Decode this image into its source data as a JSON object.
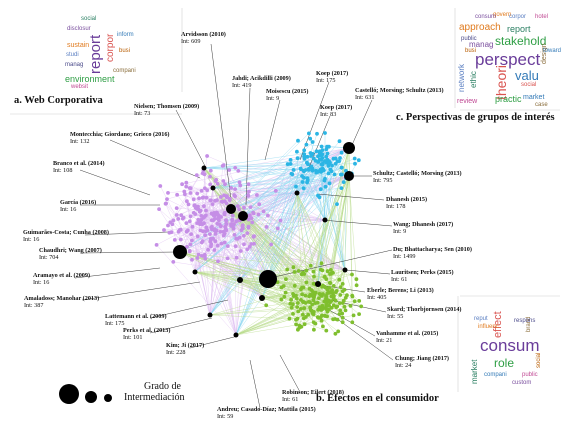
{
  "sections": {
    "a": "a. Web Corporativa",
    "b": "b. Efectos en el consumidor",
    "c": "c. Perspectivas de grupos de interés"
  },
  "legend": {
    "title_line1": "Grado de",
    "title_line2": "Intermediación"
  },
  "authors": [
    {
      "id": "arvidsson",
      "name": "Arvidsson (2010)",
      "int": "Int: 609"
    },
    {
      "id": "jahdi",
      "name": "Jahdi; Acikdilli (2009)",
      "int": "Int: 419"
    },
    {
      "id": "moisescu",
      "name": "Moisescu (2015)",
      "int": "Int: 9"
    },
    {
      "id": "koep1",
      "name": "Koep (2017)",
      "int": "Int: 175"
    },
    {
      "id": "koep2",
      "name": "Koep (2017)",
      "int": "Int: 83"
    },
    {
      "id": "castello",
      "name": "Castelló; Morsing; Schultz (2013)",
      "int": "Int: 631"
    },
    {
      "id": "nielsen",
      "name": "Nielsen; Thomsen (2009)",
      "int": "Int: 73"
    },
    {
      "id": "montecchia",
      "name": "Montecchia; Giordano; Grieco (2016)",
      "int": "Int: 132"
    },
    {
      "id": "branco",
      "name": "Branco et al. (2014)",
      "int": "Int: 108"
    },
    {
      "id": "garcia",
      "name": "García (2016)",
      "int": "Int: 16"
    },
    {
      "id": "guimaraes",
      "name": "Guimarães-Costa; Cunha (2008)",
      "int": "Int: 16"
    },
    {
      "id": "chaudhri",
      "name": "Chaudhri; Wang (2007)",
      "int": "Int: 704"
    },
    {
      "id": "aramayo",
      "name": "Aramayo et al. (2009)",
      "int": "Int: 16"
    },
    {
      "id": "amaladoss",
      "name": "Amaladoss; Manohar (2013)",
      "int": "Int: 387"
    },
    {
      "id": "lattemann",
      "name": "Lattemann et al. (2009)",
      "int": "Int: 175"
    },
    {
      "id": "perks",
      "name": "Perks et al. (2013)",
      "int": "Int: 101"
    },
    {
      "id": "kim",
      "name": "Kim; Ji (2017)",
      "int": "Int: 228"
    },
    {
      "id": "schultz",
      "name": "Schultz; Castelló; Morsing (2013)",
      "int": "Int: 795"
    },
    {
      "id": "dhanesh1",
      "name": "Dhanesh (2015)",
      "int": "Int: 178"
    },
    {
      "id": "wang",
      "name": "Wang; Dhanesh (2017)",
      "int": "Int: 9"
    },
    {
      "id": "du",
      "name": "Du; Bhattacharya; Sen (2010)",
      "int": "Int: 1499"
    },
    {
      "id": "lauritsen",
      "name": "Lauritsen; Perks (2015)",
      "int": "Int: 61"
    },
    {
      "id": "eberle",
      "name": "Eberle; Berens; Li (2013)",
      "int": "Int: 405"
    },
    {
      "id": "skard",
      "name": "Skard; Thorbjornsen (2014)",
      "int": "Int: 55"
    },
    {
      "id": "vanhamme",
      "name": "Vanhamme et al. (2015)",
      "int": "Int: 21"
    },
    {
      "id": "chung",
      "name": "Chung; Jiang (2017)",
      "int": "Int: 24"
    },
    {
      "id": "robinson",
      "name": "Robinson; Eilert (2018)",
      "int": "Int: 61"
    },
    {
      "id": "andreu",
      "name": "Andreu; Casado-Díaz; Mattila (2015)",
      "int": "Int: 59"
    }
  ],
  "clouds": {
    "a": [
      "report",
      "environment",
      "corpor",
      "sustain",
      "studi",
      "compani",
      "websit",
      "inform",
      "disclosur",
      "social",
      "busi",
      "manag"
    ],
    "b": [
      "consum",
      "effect",
      "role",
      "influenc",
      "compani",
      "market",
      "public",
      "brand",
      "reput",
      "custom",
      "social",
      "respons"
    ],
    "c": [
      "perspect",
      "stakehold",
      "theori",
      "valu",
      "approach",
      "report",
      "practic",
      "market",
      "review",
      "network",
      "manag",
      "design",
      "busi",
      "public",
      "social",
      "govern",
      "hotel",
      "ethic",
      "toward",
      "consum",
      "case",
      "corpor"
    ]
  },
  "colors": {
    "violet": "#c58ee6",
    "cyan": "#2bb5e4",
    "green": "#7fbf2e",
    "hub": "#000000"
  }
}
